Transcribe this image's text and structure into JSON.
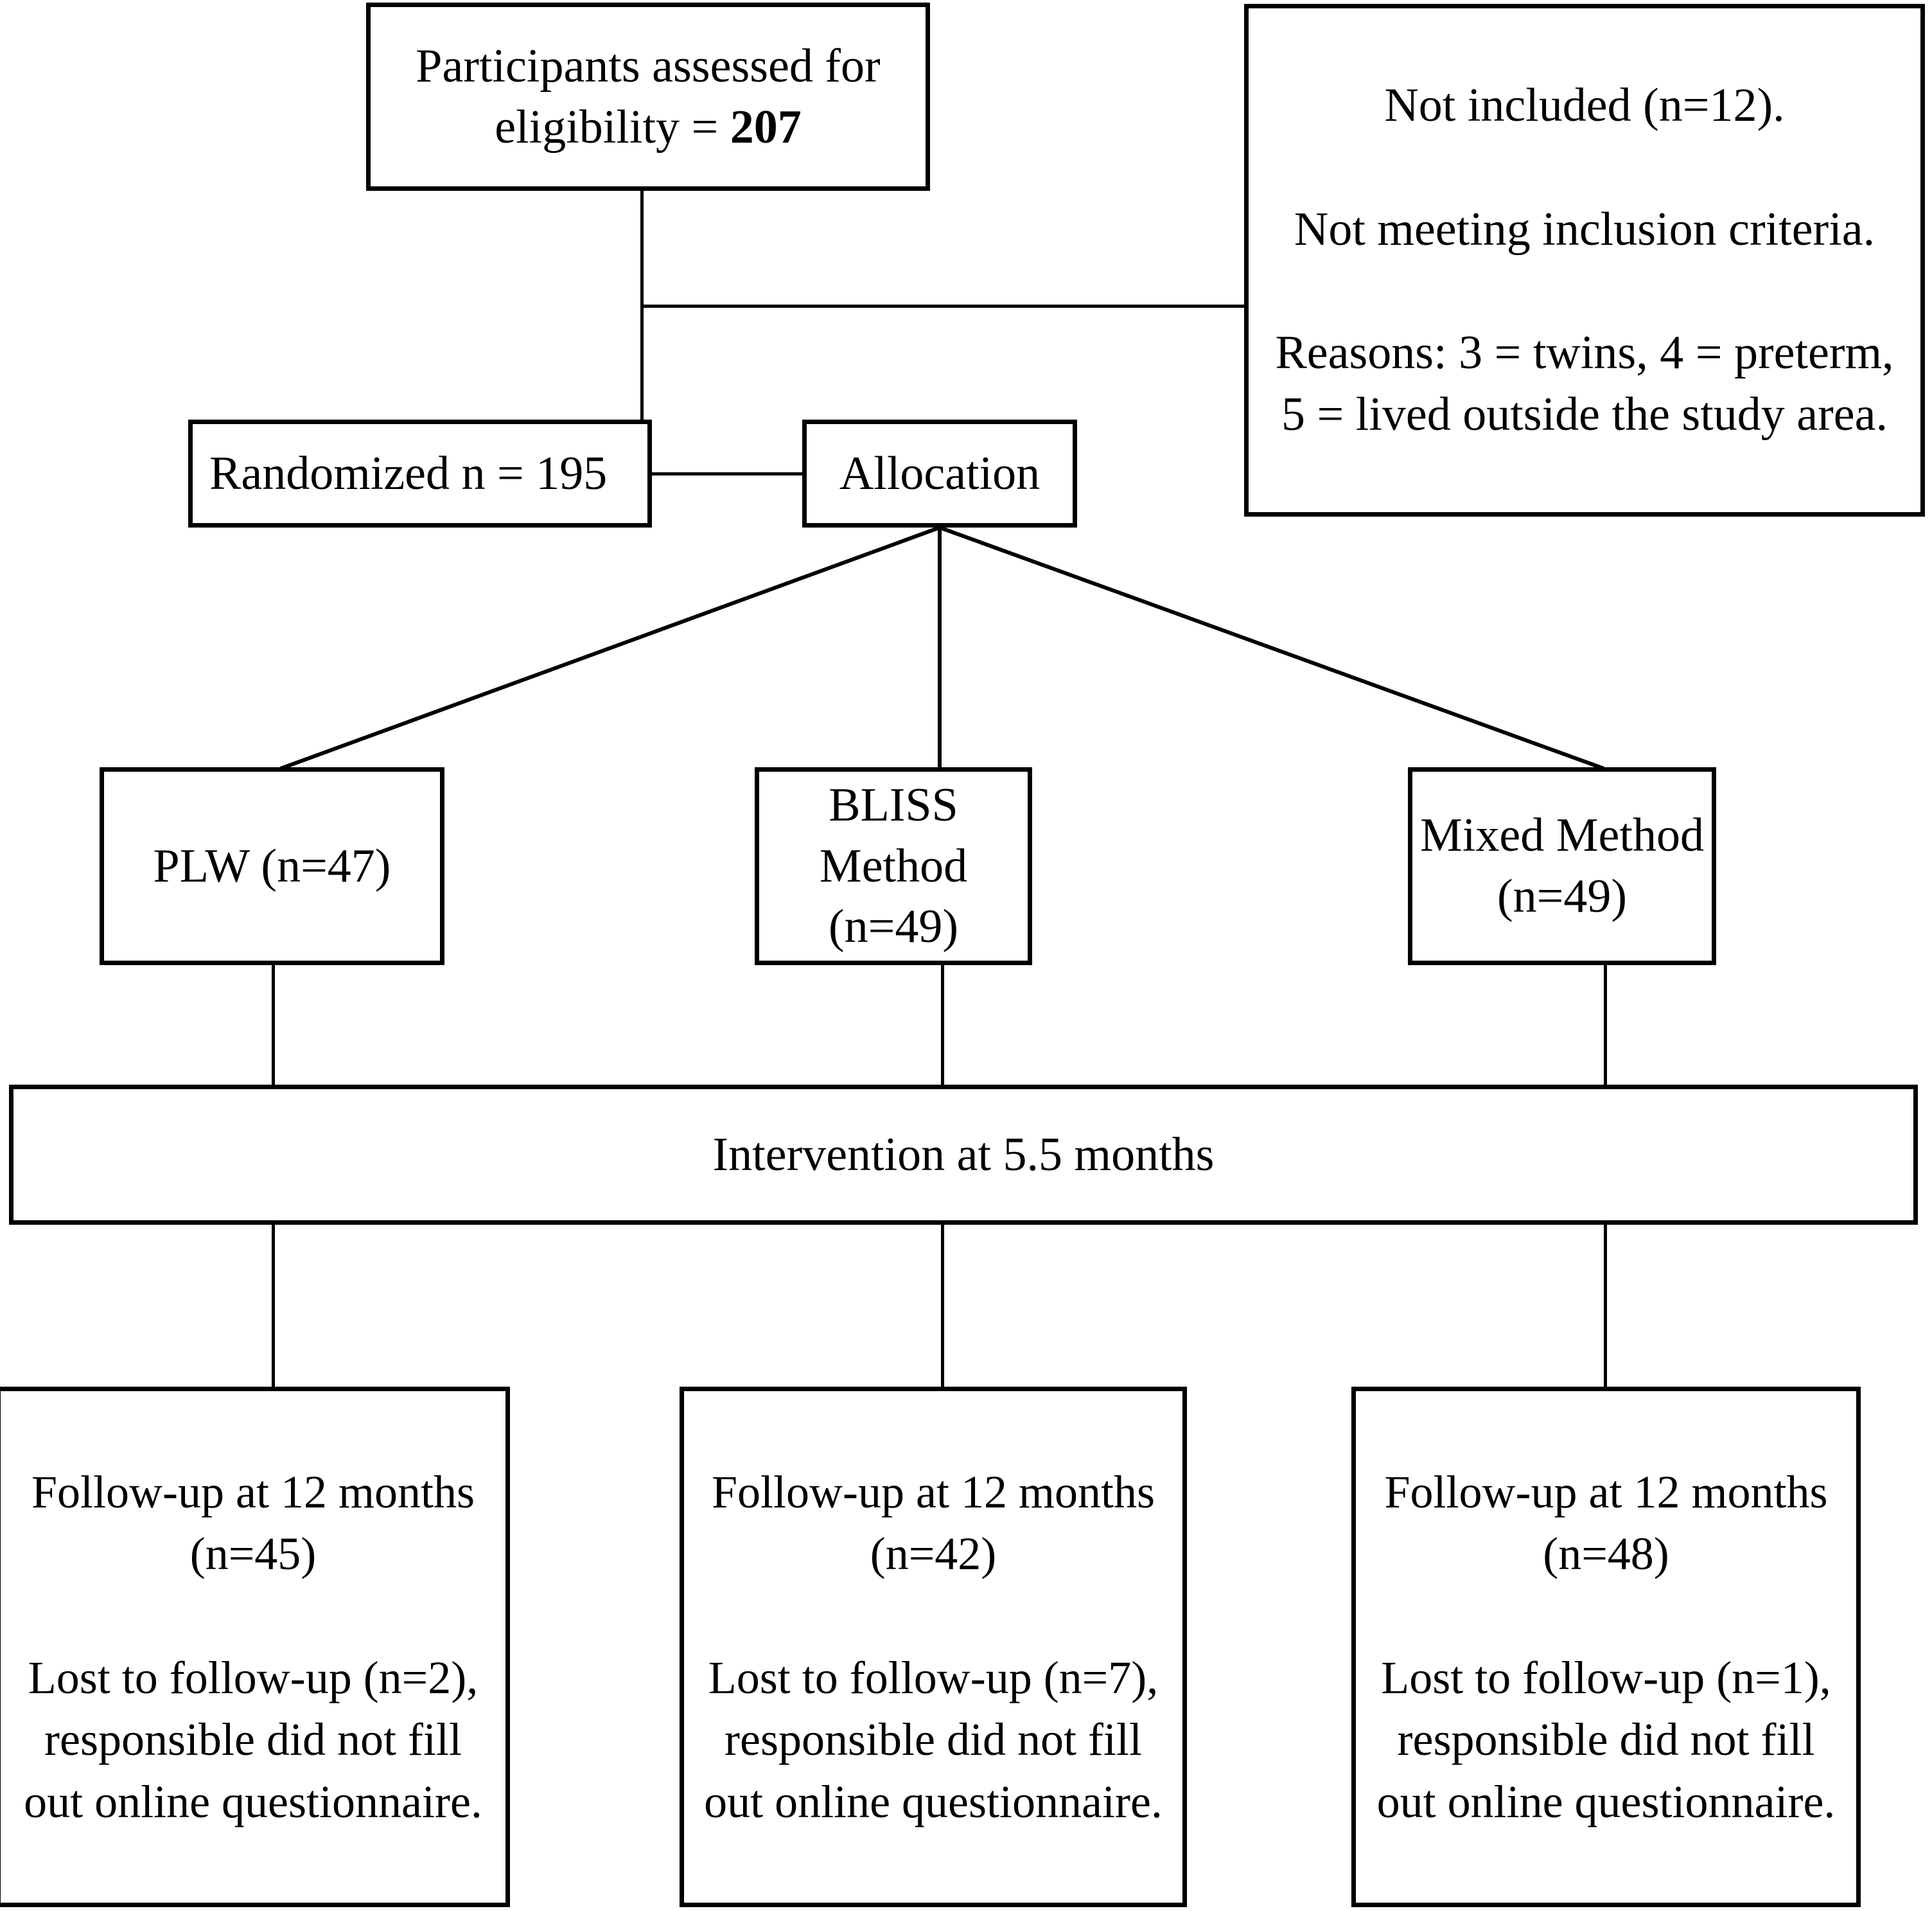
{
  "diagram": {
    "type": "consort-flow-diagram",
    "boxes": {
      "eligibility": {
        "line1": "Participants assessed for",
        "line2_prefix": "eligibility = ",
        "line2_value": "207"
      },
      "excluded": {
        "text": "Not included (n=12).\n\nNot meeting inclusion criteria.\n\nReasons: 3 = twins, 4 = preterm, 5 = lived outside the study area."
      },
      "randomized": {
        "text": "Randomized n = 195"
      },
      "allocation": {
        "text": "Allocation"
      },
      "group_plw": {
        "text": "PLW (n=47)"
      },
      "group_bliss": {
        "text": "BLISS Method (n=49)"
      },
      "group_mixed": {
        "text": "Mixed Method (n=49)"
      },
      "intervention": {
        "text": "Intervention at 5.5 months"
      },
      "follow_up_1": {
        "text": "Follow-up at 12 months (n=45)\n\nLost to follow-up (n=2), responsible did not fill out online questionnaire."
      },
      "follow_up_2": {
        "text": "Follow-up at 12 months (n=42)\n\nLost to follow-up (n=7), responsible did not fill out online questionnaire."
      },
      "follow_up_3": {
        "text": "Follow-up at 12 months (n=48)\n\nLost to follow-up (n=1), responsible did not fill out online questionnaire."
      }
    },
    "colors": {
      "stroke": "#000000",
      "background": "#ffffff"
    }
  },
  "chart_data": {
    "type": "flow",
    "title": "CONSORT participant flow",
    "nodes": [
      {
        "id": "eligibility",
        "label": "Participants assessed for eligibility = 207",
        "n": 207
      },
      {
        "id": "excluded",
        "label": "Not included (n=12). Not meeting inclusion criteria. Reasons: 3 = twins, 4 = preterm, 5 = lived outside the study area.",
        "n": 12
      },
      {
        "id": "randomized",
        "label": "Randomized n = 195",
        "n": 195
      },
      {
        "id": "allocation",
        "label": "Allocation",
        "n": null
      },
      {
        "id": "group_plw",
        "label": "PLW (n=47)",
        "n": 47
      },
      {
        "id": "group_bliss",
        "label": "BLISS Method (n=49)",
        "n": 49
      },
      {
        "id": "group_mixed",
        "label": "Mixed Method (n=49)",
        "n": 49
      },
      {
        "id": "intervention",
        "label": "Intervention at 5.5 months",
        "n": null
      },
      {
        "id": "follow_up_1",
        "label": "Follow-up at 12 months (n=45)",
        "n": 45,
        "lost": 2
      },
      {
        "id": "follow_up_2",
        "label": "Follow-up at 12 months (n=42)",
        "n": 42,
        "lost": 7
      },
      {
        "id": "follow_up_3",
        "label": "Follow-up at 12 months (n=48)",
        "n": 48,
        "lost": 1
      }
    ],
    "edges": [
      {
        "from": "eligibility",
        "to": "excluded"
      },
      {
        "from": "eligibility",
        "to": "randomized"
      },
      {
        "from": "randomized",
        "to": "allocation"
      },
      {
        "from": "allocation",
        "to": "group_plw"
      },
      {
        "from": "allocation",
        "to": "group_bliss"
      },
      {
        "from": "allocation",
        "to": "group_mixed"
      },
      {
        "from": "group_plw",
        "to": "intervention"
      },
      {
        "from": "group_bliss",
        "to": "intervention"
      },
      {
        "from": "group_mixed",
        "to": "intervention"
      },
      {
        "from": "intervention",
        "to": "follow_up_1"
      },
      {
        "from": "intervention",
        "to": "follow_up_2"
      },
      {
        "from": "intervention",
        "to": "follow_up_3"
      }
    ]
  }
}
